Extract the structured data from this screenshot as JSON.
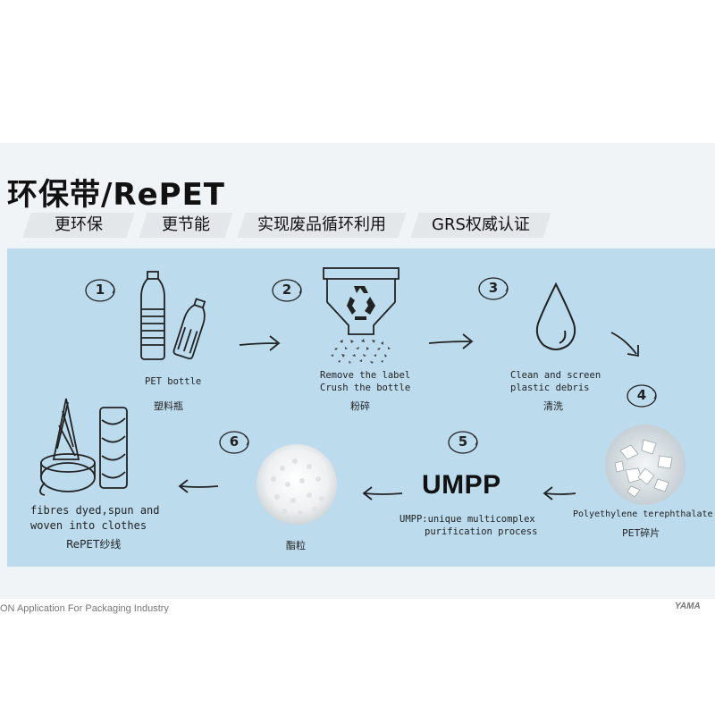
{
  "title": "环保带/RePET",
  "tags": [
    "更环保",
    "更节能",
    "实现废品循环利用",
    "GRS权威认证"
  ],
  "steps": [
    {
      "number": "1",
      "caption": "PET bottle",
      "caption_zh": "塑料瓶"
    },
    {
      "number": "2",
      "caption_line1": "Remove the label",
      "caption_line2": "Crush the bottle",
      "caption_zh": "粉碎"
    },
    {
      "number": "3",
      "caption_line1": "Clean and screen",
      "caption_line2": "plastic debris",
      "caption_zh": "清洗"
    },
    {
      "number": "4",
      "caption": "Polyethylene terephthalate",
      "caption_zh": "PET碎片"
    },
    {
      "number": "5",
      "heading": "UMPP",
      "caption_line1": "UMPP:unique multicomplex",
      "caption_line2": "purification process"
    },
    {
      "number": "6",
      "caption_zh": "酯粒"
    }
  ],
  "fibre": {
    "line1": "fibres dyed,spun and",
    "line2": "woven into clothes",
    "caption_zh": "RePET纱线"
  },
  "footer": "ON Application For Packaging Industry",
  "brand": "YAMA",
  "colors": {
    "panel": "#bcdcee",
    "band": "#f0f4f7",
    "tag": "#e3e7ea",
    "ink": "#222222"
  },
  "icons": [
    "bottle-icon",
    "recycle-hopper-icon",
    "water-drop-icon",
    "pet-flakes-image",
    "pellets-image",
    "yarn-spools-icon",
    "arrow-icon"
  ]
}
